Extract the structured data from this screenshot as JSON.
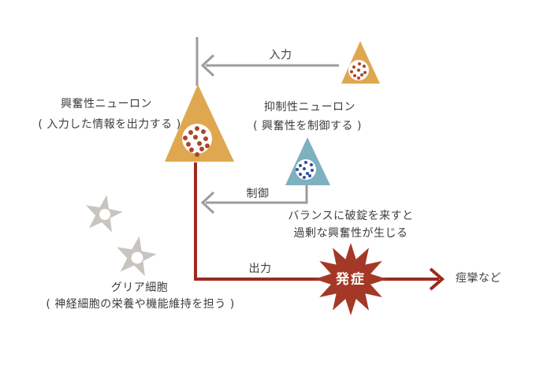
{
  "diagram": {
    "labels": {
      "excitatory_name": "興奮性ニューロン",
      "excitatory_desc": "( 入力した情報を出力する )",
      "inhibitory_name": "抑制性ニューロン",
      "inhibitory_desc": "( 興奮性を制御する )",
      "glia_name": "グリア細胞",
      "glia_desc": "( 神経細胞の栄養や機能維持を担う )",
      "input": "入力",
      "control": "制御",
      "output": "出力",
      "balance_line1": "バランスに破錠を来すと",
      "balance_line2": "過剰な興奮性が生じる",
      "onset": "発症",
      "result": "痙攣など"
    },
    "colors": {
      "excitatory_triangle": "#dfa850",
      "excitatory_dots": "#ac4525",
      "inhibitory_triangle": "#7fb0bf",
      "inhibitory_dots": "#2f4f9e",
      "glia_star": "#c9c4be",
      "arrow_gray": "#9c9c9c",
      "output_red": "#9c2b20",
      "burst_red": "#a43827",
      "text": "#3d3d3d"
    }
  }
}
